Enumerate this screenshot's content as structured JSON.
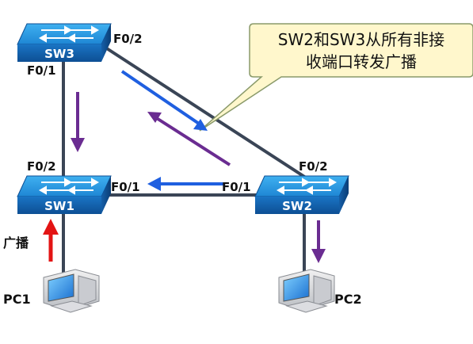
{
  "switches": [
    {
      "id": "sw3",
      "label": "SW3"
    },
    {
      "id": "sw1",
      "label": "SW1"
    },
    {
      "id": "sw2",
      "label": "SW2"
    }
  ],
  "hosts": [
    {
      "id": "pc1",
      "label": "PC1"
    },
    {
      "id": "pc2",
      "label": "PC2"
    }
  ],
  "ports": {
    "sw3_f02": "F0/2",
    "sw3_f01": "F0/1",
    "sw1_f02": "F0/2",
    "sw1_f01": "F0/1",
    "sw2_f01": "F0/1",
    "sw2_f02": "F0/2"
  },
  "callout": {
    "line1": "SW2和SW3从所有非接",
    "line2": "收端口转发广播"
  },
  "broadcast_label": "广播",
  "colors": {
    "link": "#3a4556",
    "blue_arrow": "#1f5fe0",
    "purple_arrow": "#6a2c91",
    "red_arrow": "#e31414",
    "callout_fill": "#fff7cc",
    "callout_stroke": "#8a9a6a"
  }
}
